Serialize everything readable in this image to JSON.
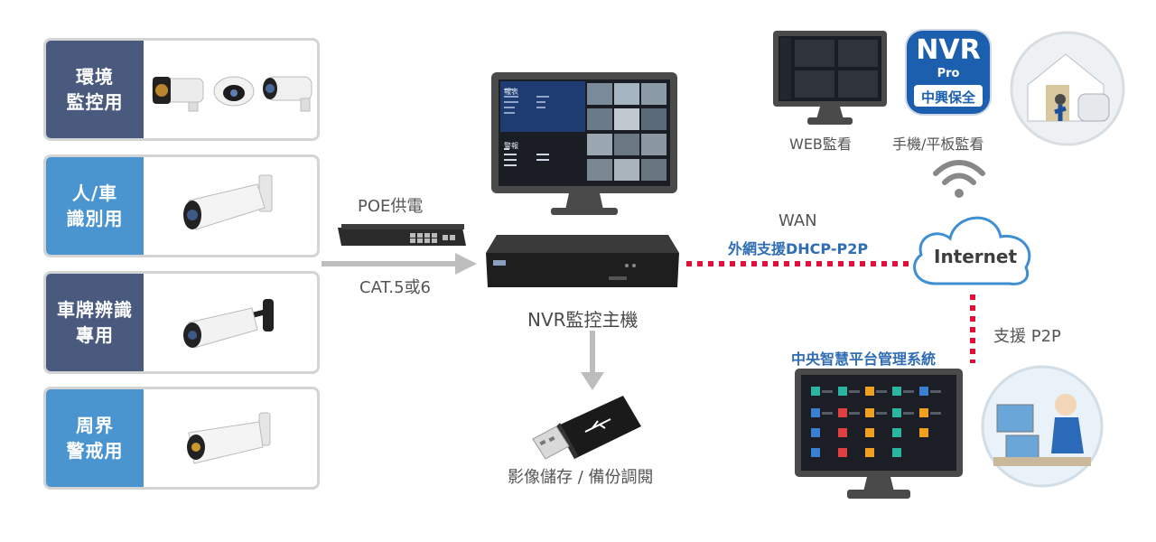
{
  "cameras": [
    {
      "line1": "環境",
      "line2": "監控用",
      "style": "dark"
    },
    {
      "line1": "人/車",
      "line2": "識別用",
      "style": "blue"
    },
    {
      "line1": "車牌辨識",
      "line2": "專用",
      "style": "dark"
    },
    {
      "line1": "周界",
      "line2": "警戒用",
      "style": "blue"
    }
  ],
  "labels": {
    "poe": "POE供電",
    "cat": "CAT.5或6",
    "nvr": "NVR監控主機",
    "storage": "影像儲存 / 備份調閱",
    "wan": "WAN",
    "dhcp": "外網支援DHCP-P2P",
    "internet": "Internet",
    "web": "WEB監看",
    "mobile": "手機/平板監看",
    "p2p": "支援 P2P",
    "cms": "中央智慧平台管理系統"
  },
  "app_icon": {
    "line1": "NVR",
    "line2": "Pro",
    "line3": "中興保全"
  },
  "monitor_menu": {
    "section1": "報表",
    "section2": "警報"
  },
  "colors": {
    "dark_label": "#4a5a7e",
    "blue_label": "#4a95cf",
    "red_dots": "#e0103a",
    "accent_text": "#2f6db5"
  }
}
